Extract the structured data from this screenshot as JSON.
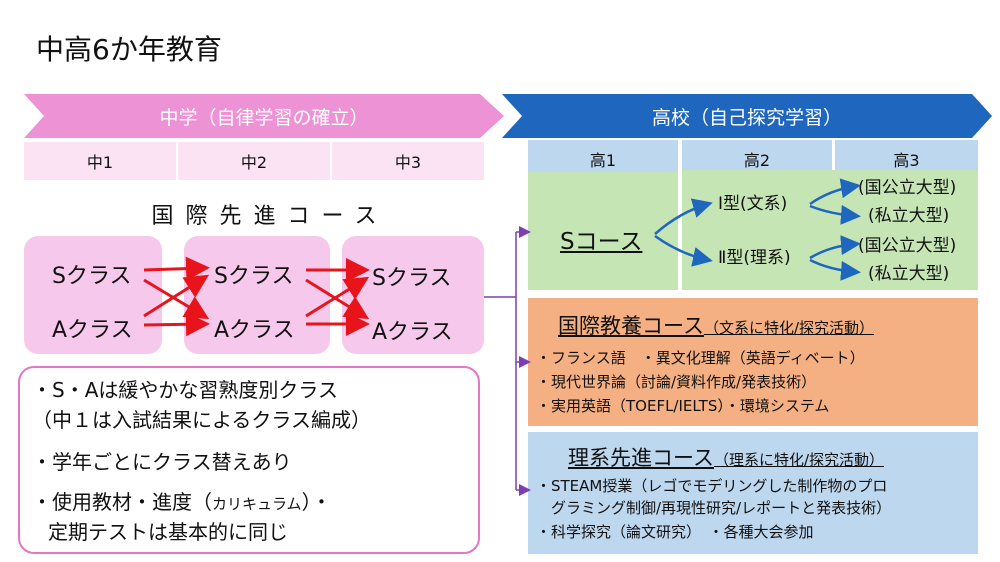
{
  "title": "中高6か年教育",
  "junior": {
    "banner": "中学（自律学習の確立）",
    "grades": [
      "中1",
      "中2",
      "中3"
    ],
    "course_title": "国際先進コース",
    "class_s": "Sクラス",
    "class_a": "Aクラス",
    "notes": [
      "・S・Aは緩やかな習熟度別クラス",
      "（中１は入試結果によるクラス編成）",
      "・学年ごとにクラス替えあり",
      "・使用教材・進度（",
      "カリキュラム",
      "）・",
      "定期テストは基本的に同じ"
    ]
  },
  "senior": {
    "banner": "高校（自己探究学習）",
    "grades": [
      "高1",
      "高2",
      "高3"
    ],
    "s_course": {
      "name": "Sコース",
      "type1": "Ⅰ型(文系)",
      "type2": "Ⅱ型(理系)",
      "univ_public": "(国公立大型)",
      "univ_private": "(私立大型)"
    },
    "intl_course": {
      "name": "国際教養コース",
      "sub": "（文系に特化/探究活動）",
      "items": [
        "・フランス語　・異文化理解（英語ディベート）",
        "・現代世界論（討論/資料作成/発表技術）",
        "・実用英語（TOEFL/IELTS）・環境システム"
      ]
    },
    "sci_course": {
      "name": "理系先進コース",
      "sub": "（理系に特化/探究活動）",
      "items": [
        "・STEAM授業（レゴでモデリングした制作物のプロ",
        "　グラミング制御/再現性研究/レポートと発表技術）",
        "・科学探究（論文研究）　・各種大会参加"
      ]
    }
  },
  "colors": {
    "pink": "#ee92d6",
    "blue": "#1f66bf",
    "red_arrow": "#e8141b",
    "connector": "#7b3fb3"
  }
}
